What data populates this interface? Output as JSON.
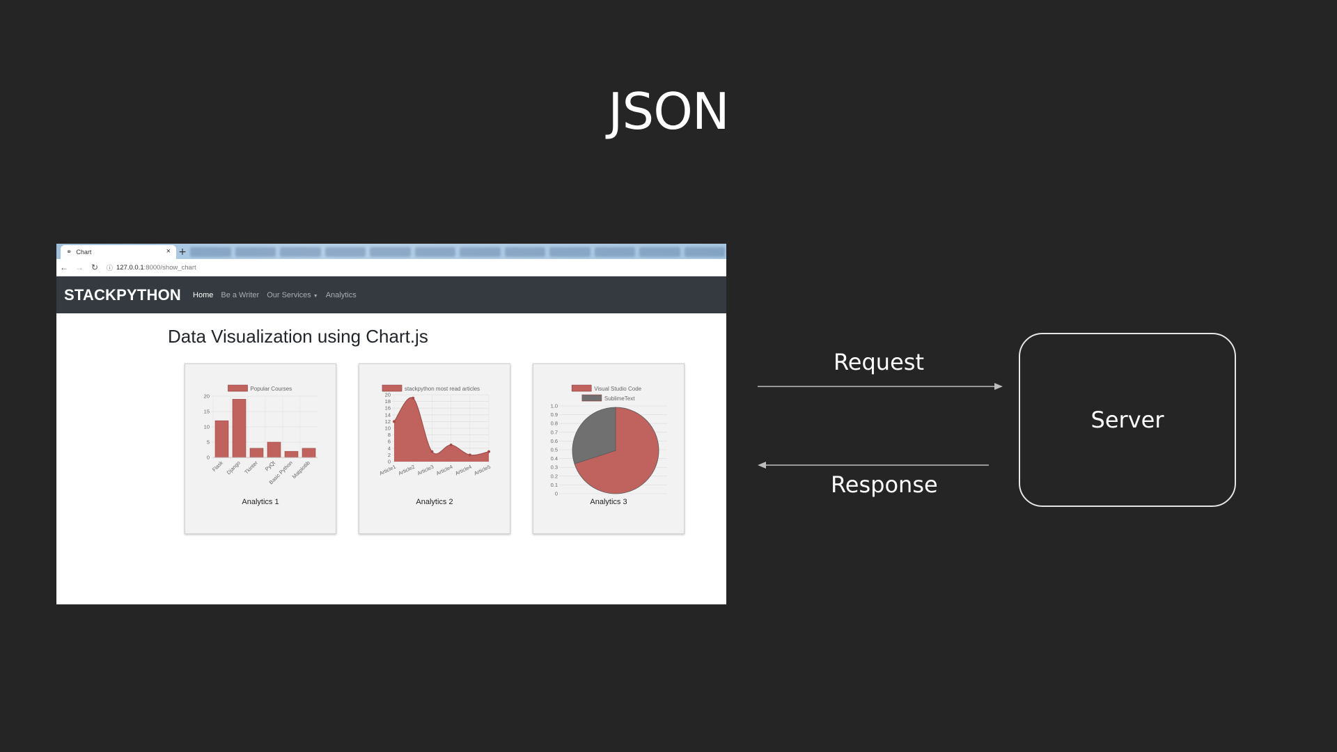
{
  "slide": {
    "title": "JSON",
    "request_label": "Request",
    "response_label": "Response",
    "server_label": "Server",
    "colors": {
      "background": "#252525",
      "arrow": "#bdbdbd"
    }
  },
  "browser": {
    "tab_title": "Chart",
    "url_host": "127.0.0.1",
    "url_path": ":8000/show_chart"
  },
  "site": {
    "brand": "STACKPYTHON",
    "nav": [
      "Home",
      "Be a Writer",
      "Our Services",
      "Analytics"
    ],
    "heading": "Data Visualization using Chart.js",
    "colors": {
      "navbar": "#343a40",
      "series_red": "#c0625e",
      "series_gray": "#707070"
    }
  },
  "cards": [
    {
      "label": "Analytics 1"
    },
    {
      "label": "Analytics 2"
    },
    {
      "label": "Analytics 3"
    }
  ],
  "chart_data": [
    {
      "type": "bar",
      "series": [
        {
          "name": "Popular Courses",
          "values": [
            12,
            19,
            3,
            5,
            2,
            3
          ]
        }
      ],
      "categories": [
        "Flask",
        "Django",
        "Tkinter",
        "PyQt",
        "Basic Python",
        "Matplotlib"
      ],
      "ylim": [
        0,
        20
      ],
      "yticks": [
        0,
        5,
        10,
        15,
        20
      ],
      "grid": true,
      "legend": "top"
    },
    {
      "type": "area",
      "series": [
        {
          "name": "stackpython most read articles",
          "values": [
            12,
            19,
            3,
            5,
            2,
            3
          ]
        }
      ],
      "categories": [
        "Article1",
        "Article2",
        "Article3",
        "Article4",
        "Article4",
        "Article5"
      ],
      "ylim": [
        0,
        20
      ],
      "yticks": [
        0,
        2,
        4,
        6,
        8,
        10,
        12,
        14,
        16,
        18,
        20
      ],
      "grid": true,
      "legend": "top"
    },
    {
      "type": "pie",
      "series": [
        {
          "name": "Visual Studio Code",
          "value": 0.7
        },
        {
          "name": "SublimeText",
          "value": 0.3
        }
      ],
      "yticks": [
        "0",
        "0.1",
        "0.2",
        "0.3",
        "0.4",
        "0.5",
        "0.6",
        "0.7",
        "0.8",
        "0.9",
        "1.0"
      ],
      "ylim": [
        0,
        1
      ],
      "legend": "top"
    }
  ]
}
